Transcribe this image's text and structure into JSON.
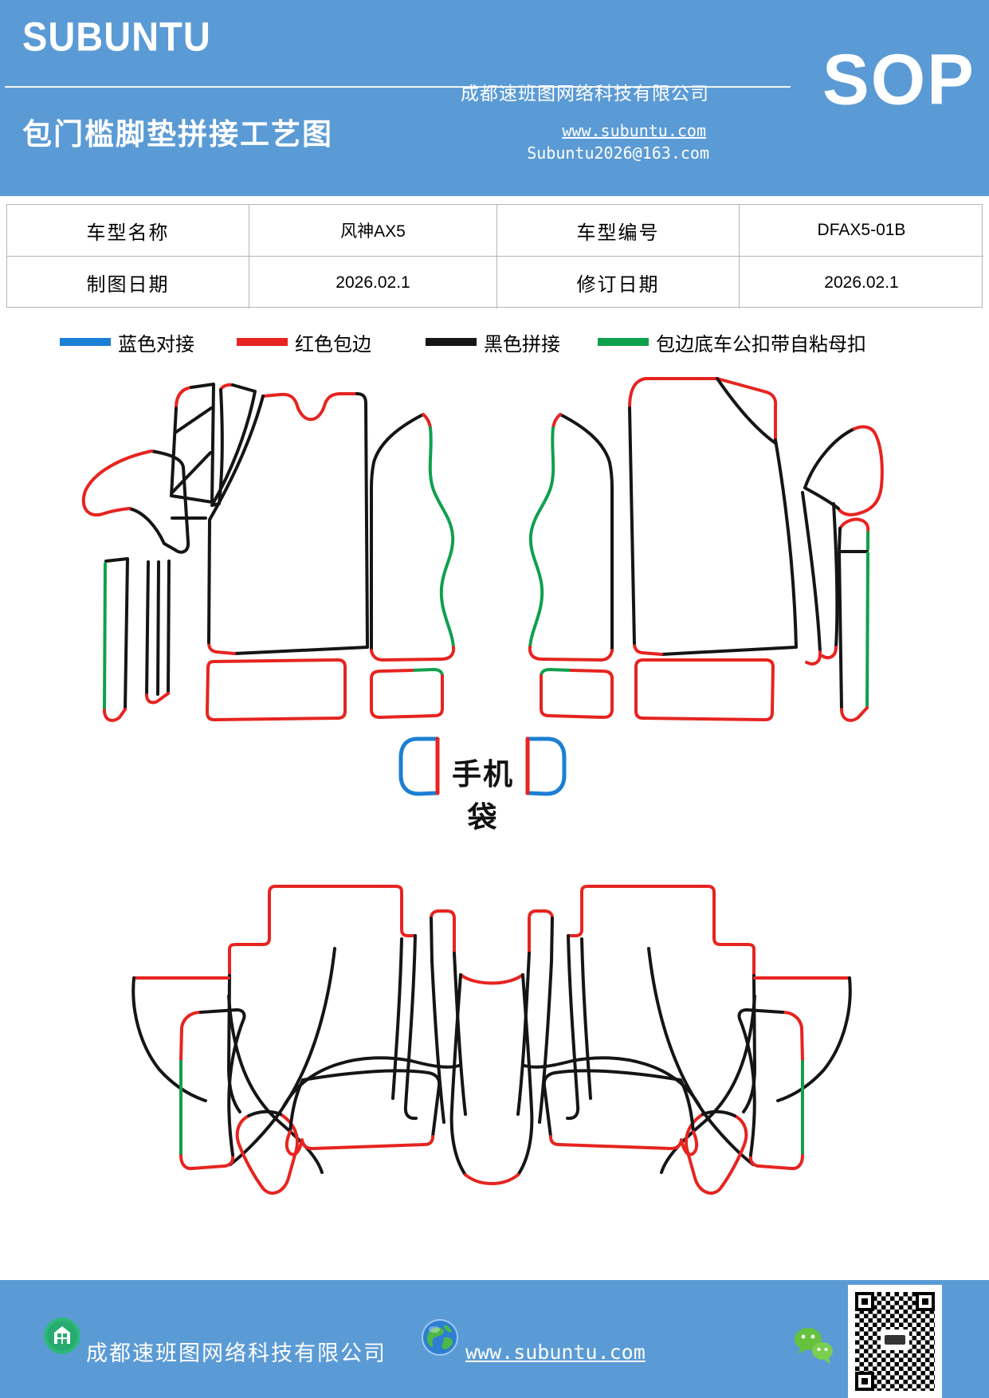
{
  "theme": {
    "band_blue": "#5b9bd5",
    "stroke_black": "#151515",
    "stroke_red": "#e62420",
    "stroke_green": "#0fa04c",
    "stroke_blue": "#1b7fd4"
  },
  "header": {
    "logo": "SUBUNTU",
    "title": "包门槛脚垫拼接工艺图",
    "company": "成都速班图网络科技有限公司",
    "website": "www.subuntu.com",
    "email": "Subuntu2026@163.com",
    "sop": "SOP"
  },
  "info_table": {
    "rows": [
      {
        "label1": "车型名称",
        "value1": "风神AX5",
        "label2": "车型编号",
        "value2": "DFAX5-01B"
      },
      {
        "label1": "制图日期",
        "value1": "2026.02.1",
        "label2": "修订日期",
        "value2": "2026.02.1"
      }
    ]
  },
  "legend": {
    "items": [
      {
        "label": "蓝色对接",
        "color": "#1b7fd4"
      },
      {
        "label": "红色包边",
        "color": "#e62420"
      },
      {
        "label": "黑色拼接",
        "color": "#151515"
      },
      {
        "label": "包边底车公扣带自粘母扣",
        "color": "#0fa04c"
      }
    ]
  },
  "diagram": {
    "phone_bag_label": "手机袋"
  },
  "footer": {
    "company": "成都速班图网络科技有限公司",
    "website": "www.subuntu.com"
  }
}
